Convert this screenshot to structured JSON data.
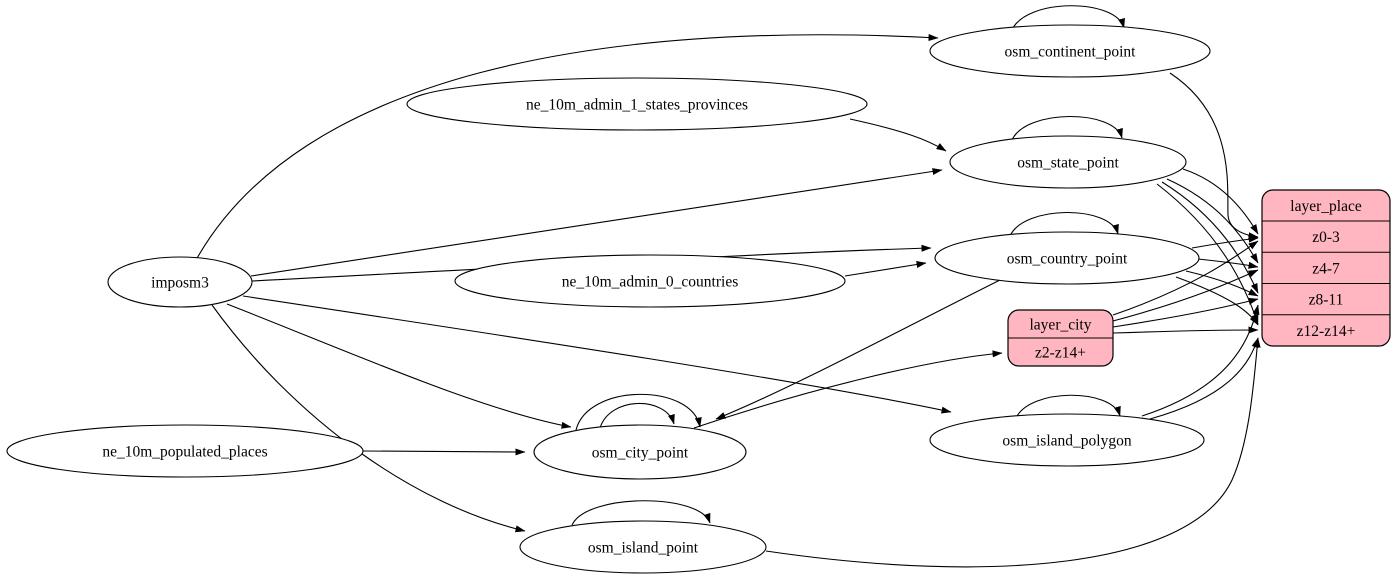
{
  "diagram": {
    "type": "etl-graph",
    "background_color": "#ffffff",
    "ellipse_fill": "#ffffff",
    "record_fill": "#ffb6c1",
    "line_color": "#000000",
    "nodes": [
      {
        "id": "imposm3",
        "shape": "ellipse",
        "label": "imposm3"
      },
      {
        "id": "ne_10m_admin_1_states_provinces",
        "shape": "ellipse",
        "label": "ne_10m_admin_1_states_provinces"
      },
      {
        "id": "ne_10m_admin_0_countries",
        "shape": "ellipse",
        "label": "ne_10m_admin_0_countries"
      },
      {
        "id": "ne_10m_populated_places",
        "shape": "ellipse",
        "label": "ne_10m_populated_places"
      },
      {
        "id": "osm_continent_point",
        "shape": "ellipse",
        "label": "osm_continent_point"
      },
      {
        "id": "osm_state_point",
        "shape": "ellipse",
        "label": "osm_state_point"
      },
      {
        "id": "osm_country_point",
        "shape": "ellipse",
        "label": "osm_country_point"
      },
      {
        "id": "osm_city_point",
        "shape": "ellipse",
        "label": "osm_city_point"
      },
      {
        "id": "osm_island_polygon",
        "shape": "ellipse",
        "label": "osm_island_polygon"
      },
      {
        "id": "osm_island_point",
        "shape": "ellipse",
        "label": "osm_island_point"
      },
      {
        "id": "layer_city",
        "shape": "record",
        "label": "layer_city",
        "rows": [
          "z2-z14+"
        ]
      },
      {
        "id": "layer_place",
        "shape": "record",
        "label": "layer_place",
        "rows": [
          "z0-3",
          "z4-7",
          "z8-11",
          "z12-z14+"
        ]
      }
    ],
    "edges": [
      {
        "from": "imposm3",
        "to": "osm_continent_point"
      },
      {
        "from": "imposm3",
        "to": "osm_state_point"
      },
      {
        "from": "imposm3",
        "to": "osm_country_point"
      },
      {
        "from": "imposm3",
        "to": "osm_city_point"
      },
      {
        "from": "imposm3",
        "to": "osm_island_polygon"
      },
      {
        "from": "imposm3",
        "to": "osm_island_point"
      },
      {
        "from": "ne_10m_admin_1_states_provinces",
        "to": "osm_state_point"
      },
      {
        "from": "ne_10m_admin_0_countries",
        "to": "osm_country_point"
      },
      {
        "from": "ne_10m_populated_places",
        "to": "osm_city_point"
      },
      {
        "from": "osm_continent_point",
        "to": "osm_continent_point",
        "self_loop": true
      },
      {
        "from": "osm_state_point",
        "to": "osm_state_point",
        "self_loop": true
      },
      {
        "from": "osm_country_point",
        "to": "osm_country_point",
        "self_loop": true
      },
      {
        "from": "osm_city_point",
        "to": "osm_city_point",
        "self_loop": true
      },
      {
        "from": "osm_city_point",
        "to": "osm_city_point",
        "self_loop": true
      },
      {
        "from": "osm_island_point",
        "to": "osm_island_point",
        "self_loop": true
      },
      {
        "from": "osm_island_polygon",
        "to": "osm_island_polygon",
        "self_loop": true
      },
      {
        "from": "osm_continent_point",
        "to": "layer_place",
        "port": "z0-3"
      },
      {
        "from": "osm_state_point",
        "to": "layer_place",
        "port": "z0-3"
      },
      {
        "from": "osm_state_point",
        "to": "layer_place",
        "port": "z4-7"
      },
      {
        "from": "osm_state_point",
        "to": "layer_place",
        "port": "z8-11"
      },
      {
        "from": "osm_state_point",
        "to": "layer_place",
        "port": "z12-z14+"
      },
      {
        "from": "osm_country_point",
        "to": "layer_place",
        "port": "z0-3"
      },
      {
        "from": "osm_country_point",
        "to": "layer_place",
        "port": "z4-7"
      },
      {
        "from": "osm_country_point",
        "to": "layer_place",
        "port": "z8-11"
      },
      {
        "from": "osm_country_point",
        "to": "layer_place",
        "port": "z12-z14+"
      },
      {
        "from": "osm_country_point",
        "to": "osm_city_point"
      },
      {
        "from": "osm_city_point",
        "to": "layer_city",
        "port": "z2-z14+"
      },
      {
        "from": "layer_city",
        "to": "layer_place",
        "port": "z0-3"
      },
      {
        "from": "layer_city",
        "to": "layer_place",
        "port": "z4-7"
      },
      {
        "from": "layer_city",
        "to": "layer_place",
        "port": "z8-11"
      },
      {
        "from": "layer_city",
        "to": "layer_place",
        "port": "z12-z14+"
      },
      {
        "from": "osm_island_polygon",
        "to": "layer_place",
        "port": "z8-11"
      },
      {
        "from": "osm_island_polygon",
        "to": "layer_place",
        "port": "z12-z14+"
      },
      {
        "from": "osm_island_point",
        "to": "layer_place",
        "port": "z12-z14+"
      }
    ]
  }
}
